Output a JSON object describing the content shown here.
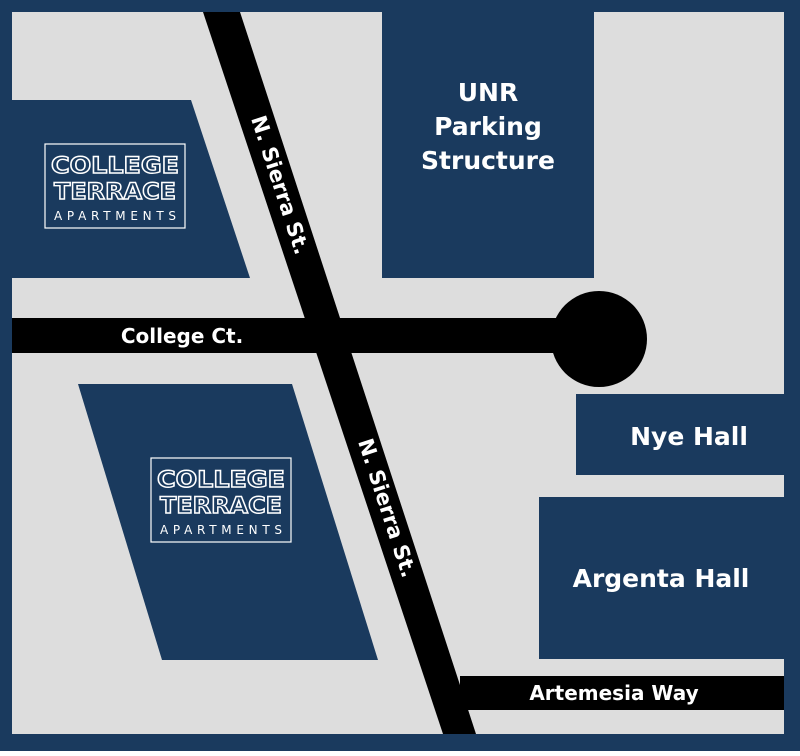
{
  "colors": {
    "background": "#dddddd",
    "frame": "#1a3a5e",
    "building": "#1a3a5e",
    "road": "#000000",
    "label": "#ffffff"
  },
  "streets": {
    "sierra_upper": "N. Sierra St.",
    "sierra_lower": "N. Sierra St.",
    "college_ct": "College Ct.",
    "artemesia": "Artemesia Way"
  },
  "buildings": {
    "unr_parking": [
      "UNR",
      "Parking",
      "Structure"
    ],
    "nye_hall": "Nye Hall",
    "argenta_hall": "Argenta Hall"
  },
  "logos": [
    {
      "line1": "COLLEGE",
      "line2": "TERRACE",
      "line3": "APARTMENTS"
    },
    {
      "line1": "COLLEGE",
      "line2": "TERRACE",
      "line3": "APARTMENTS"
    }
  ]
}
